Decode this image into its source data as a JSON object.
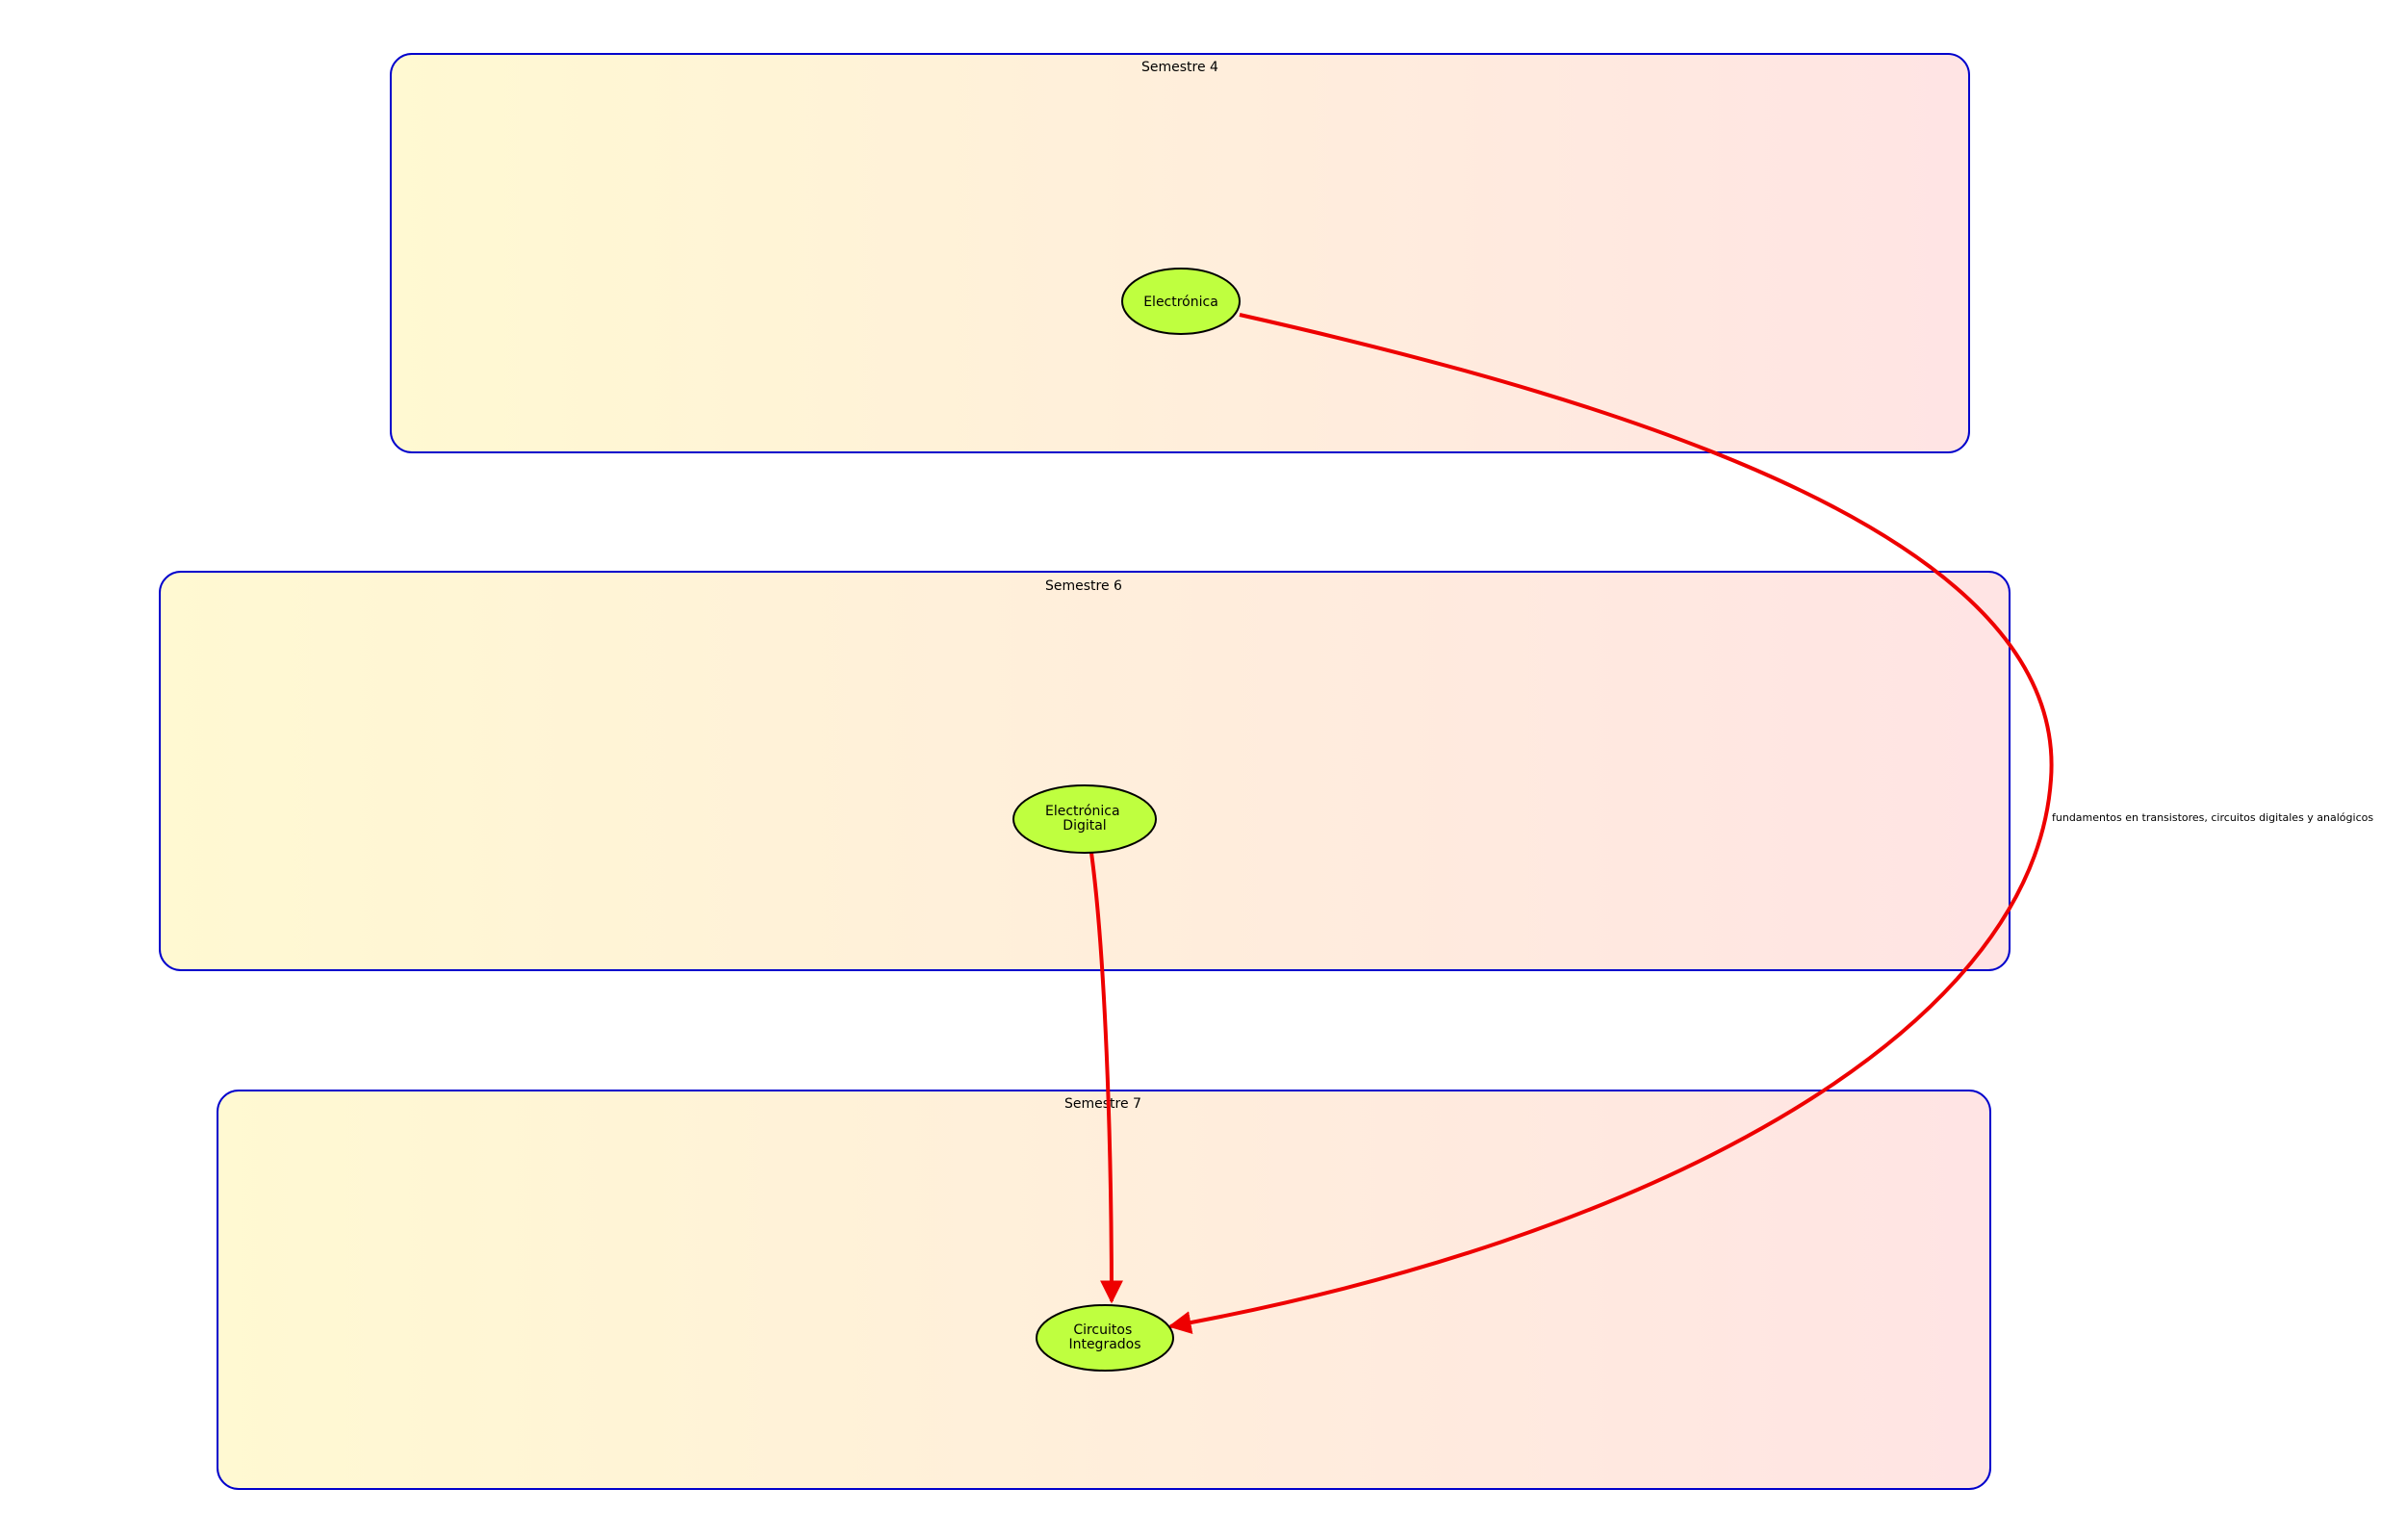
{
  "colors": {
    "cluster_border": "#0000cc",
    "cluster_gradient_start": "#fff9d2",
    "cluster_gradient_end": "#ffe4e4",
    "node_fill": "#bfff3f",
    "node_border": "#000000",
    "edge": "#ee0000"
  },
  "clusters": [
    {
      "id": "sem4",
      "label": "Semestre 4"
    },
    {
      "id": "sem6",
      "label": "Semestre 6"
    },
    {
      "id": "sem7",
      "label": "Semestre 7"
    }
  ],
  "nodes": [
    {
      "id": "electronica",
      "cluster": "sem4",
      "label_lines": [
        "Electrónica"
      ]
    },
    {
      "id": "electronica-digital",
      "cluster": "sem6",
      "label_lines": [
        "Electrónica",
        "Digital"
      ]
    },
    {
      "id": "circuitos-integrados",
      "cluster": "sem7",
      "label_lines": [
        "Circuitos",
        "Integrados"
      ]
    }
  ],
  "edges": [
    {
      "id": "electronica-to-circuitos",
      "from": "electronica",
      "to": "circuitos-integrados",
      "label": "fundamentos en transistores, circuitos digitales y analógicos"
    },
    {
      "id": "digital-to-circuitos",
      "from": "electronica-digital",
      "to": "circuitos-integrados",
      "label": ""
    }
  ]
}
